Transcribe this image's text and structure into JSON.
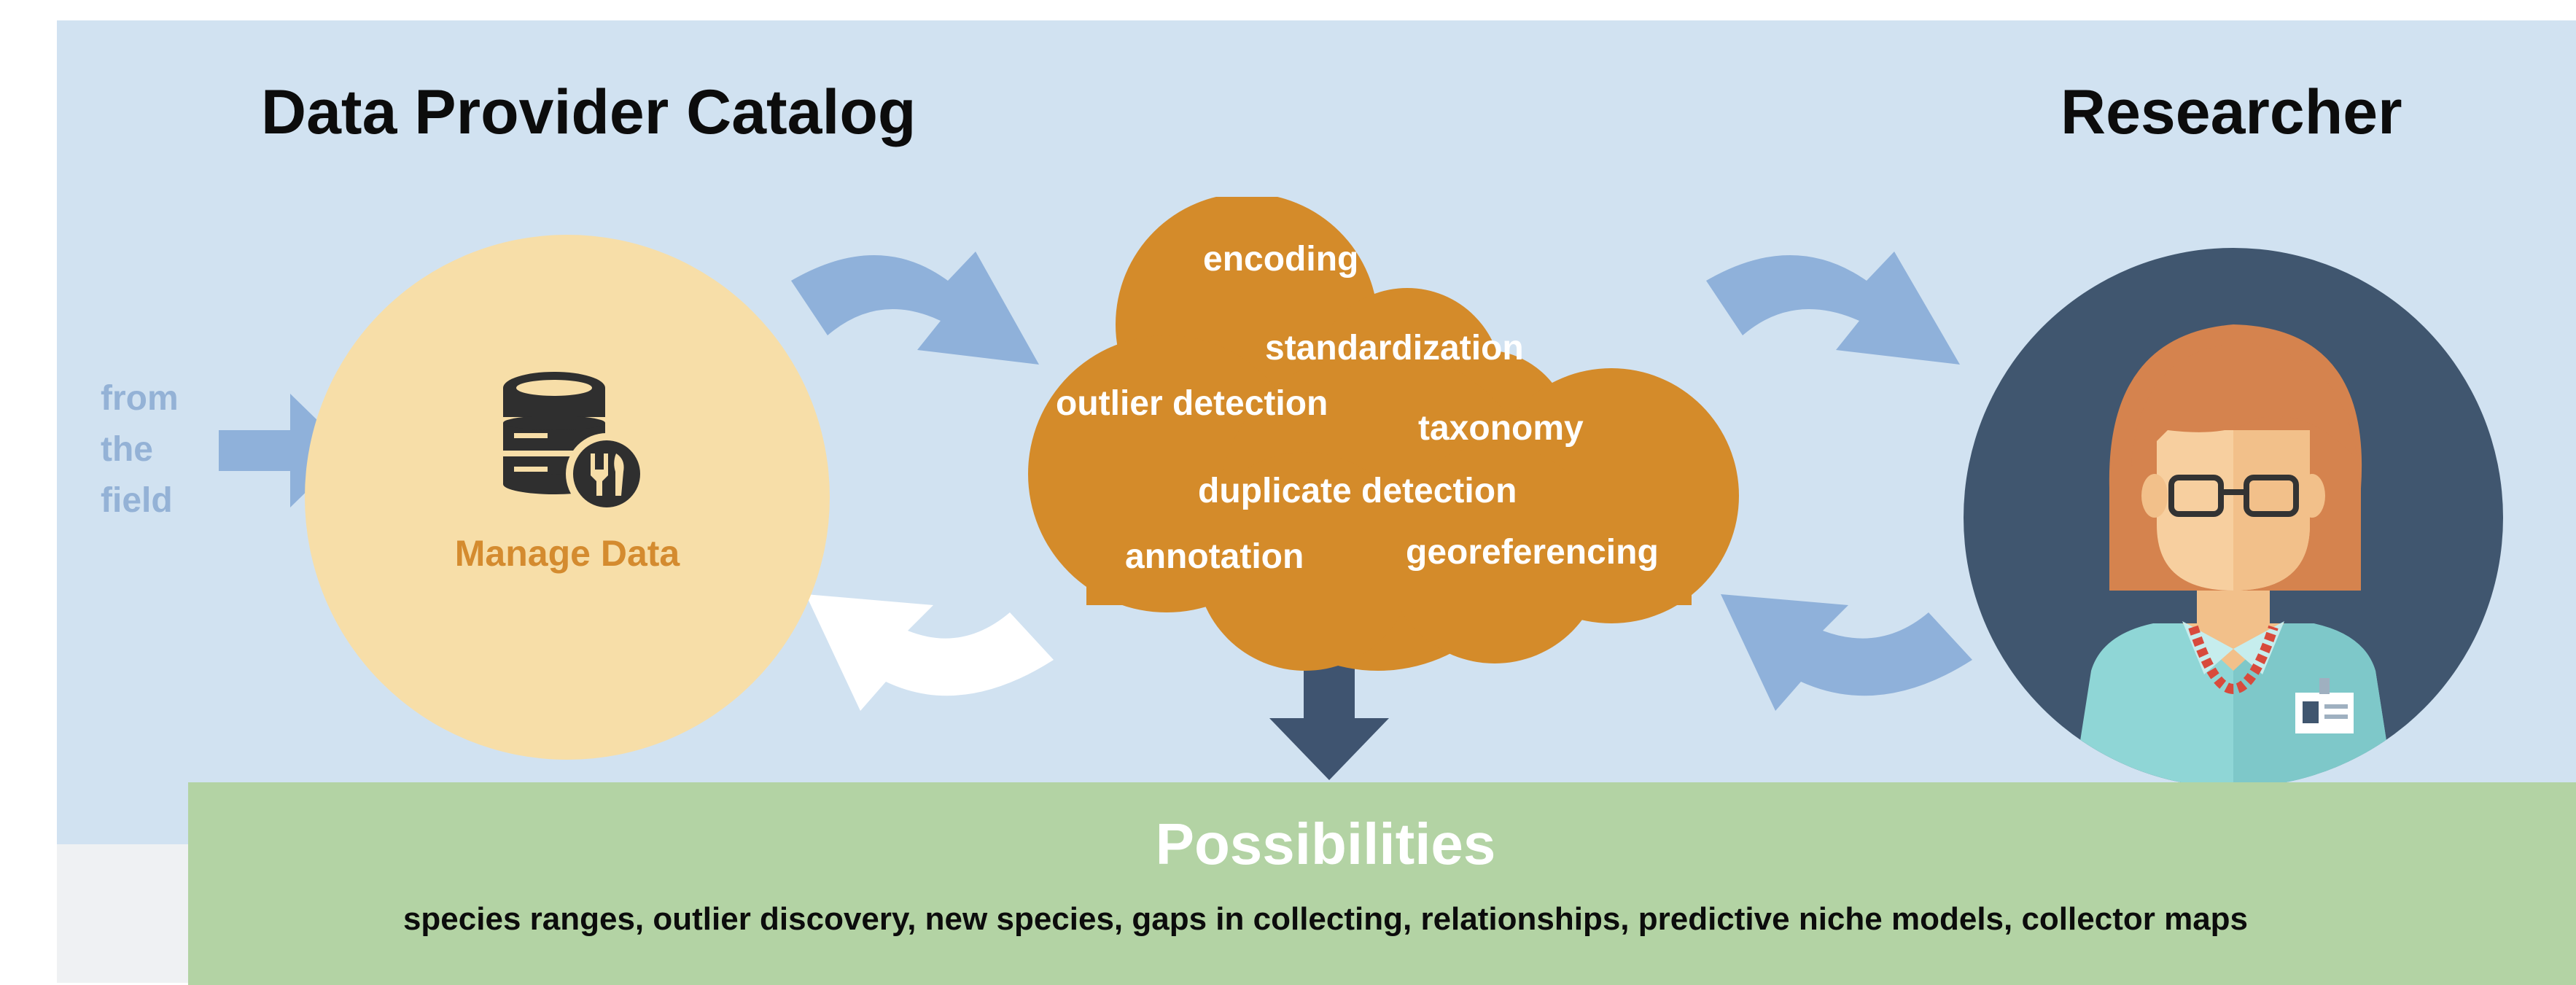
{
  "headings": {
    "left": "Data Provider Catalog",
    "right": "Researcher"
  },
  "source": {
    "lines": [
      "from",
      "the",
      "field"
    ]
  },
  "manage": {
    "label": "Manage Data",
    "icon": "database-tools-icon"
  },
  "cloud": {
    "words": [
      "encoding",
      "standardization",
      "outlier detection",
      "taxonomy",
      "duplicate detection",
      "annotation",
      "georeferencing"
    ]
  },
  "researcher": {
    "icon": "researcher-avatar-icon"
  },
  "possibilities": {
    "title": "Possibilities",
    "list": "species ranges, outlier discovery, new species, gaps in collecting, relationships, predictive niche models, collector maps"
  },
  "colors": {
    "background_blue": "#d1e2f1",
    "arrow_blue": "#8fb1da",
    "cloud_orange": "#d48b2a",
    "manage_circle": "#f7dea8",
    "manage_text": "#d48b2f",
    "researcher_circle": "#40566f",
    "possibilities_green": "#b3d3a4",
    "down_arrow": "#3f5470"
  }
}
